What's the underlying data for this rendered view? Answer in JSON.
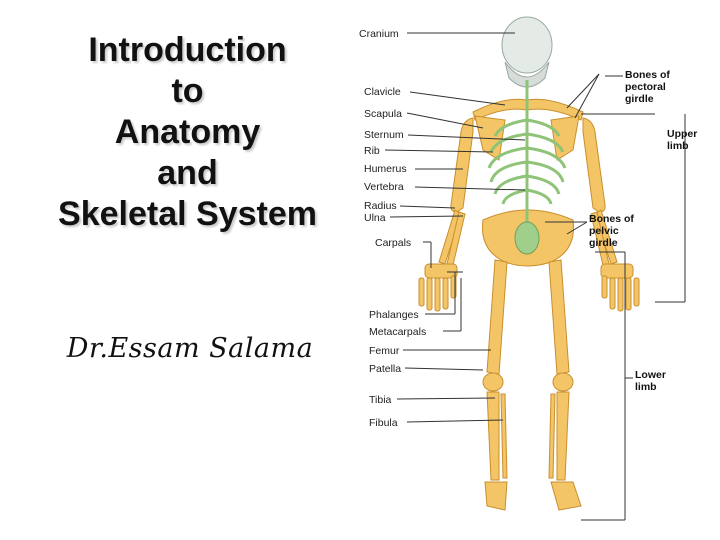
{
  "slide": {
    "title_lines": [
      "Introduction",
      "to",
      "Anatomy",
      "and",
      "Skeletal System"
    ],
    "author": "Dr.Essam Salama"
  },
  "figure": {
    "left_labels": {
      "cranium": "Cranium",
      "clavicle": "Clavicle",
      "scapula": "Scapula",
      "sternum": "Sternum",
      "rib": "Rib",
      "humerus": "Humerus",
      "vertebra": "Vertebra",
      "radius": "Radius",
      "ulna": "Ulna",
      "carpals": "Carpals",
      "phalanges": "Phalanges",
      "metacarpals": "Metacarpals",
      "femur": "Femur",
      "patella": "Patella",
      "tibia": "Tibia",
      "fibula": "Fibula"
    },
    "right_labels": {
      "pectoral": [
        "Bones of",
        "pectoral",
        "girdle"
      ],
      "upper_limb": [
        "Upper",
        "limb"
      ],
      "pelvic": [
        "Bones of",
        "pelvic",
        "girdle"
      ],
      "lower_limb": [
        "Lower",
        "limb"
      ]
    },
    "colors": {
      "bone": "#f3c567",
      "bone_edge": "#c98f2e",
      "ribs": "#9fcf8a",
      "skull": "#dfe6e2",
      "line": "#333333"
    }
  }
}
